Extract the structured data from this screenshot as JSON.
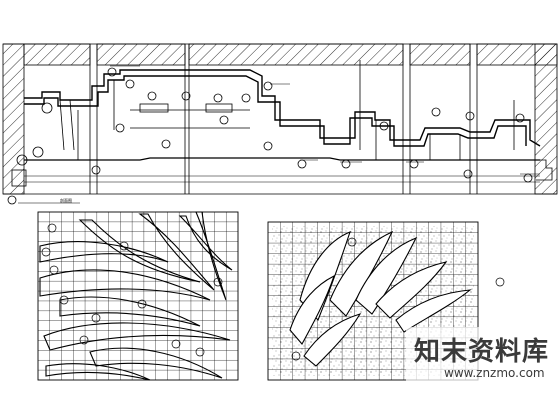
{
  "drawing": {
    "section_title": "剖面图",
    "left_pattern": {
      "description_label": "",
      "row_count": 17,
      "col_count": 17
    },
    "right_pattern": {
      "row_count": 15,
      "col_count": 17
    }
  },
  "watermark": {
    "brand": "知末资料库",
    "url": "www.znzmo.com"
  }
}
